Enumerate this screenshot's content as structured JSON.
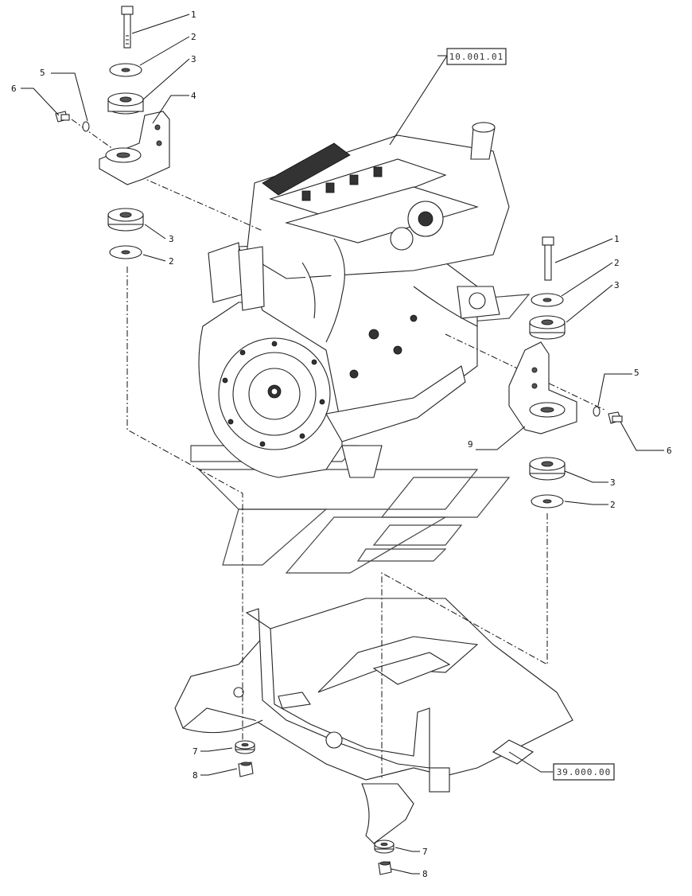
{
  "callouts": {
    "c1a": "1",
    "c2a": "2",
    "c3a": "3",
    "c4a": "4",
    "c5a": "5",
    "c6a": "6",
    "c3b": "3",
    "c2b": "2",
    "c1c": "1",
    "c2c": "2",
    "c3c": "3",
    "c5c": "5",
    "c6c": "6",
    "c9c": "9",
    "c3d": "3",
    "c2d": "2",
    "c7a": "7",
    "c8a": "8",
    "c7b": "7",
    "c8b": "8"
  },
  "references": {
    "engine_ref": "10.001.01",
    "frame_ref": "39.000.00"
  }
}
